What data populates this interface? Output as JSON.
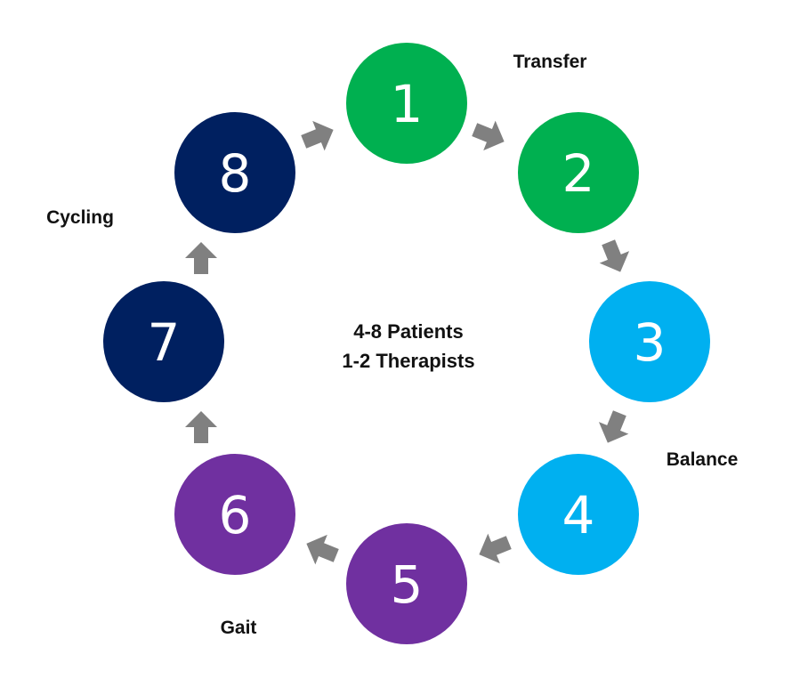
{
  "center": {
    "line1": "4-8 Patients",
    "line2": "1-2 Therapists"
  },
  "stations": [
    {
      "number": "1",
      "color": "#00B050"
    },
    {
      "number": "2",
      "color": "#00B050"
    },
    {
      "number": "3",
      "color": "#00B0F0"
    },
    {
      "number": "4",
      "color": "#00B0F0"
    },
    {
      "number": "5",
      "color": "#7030A0"
    },
    {
      "number": "6",
      "color": "#7030A0"
    },
    {
      "number": "7",
      "color": "#002060"
    },
    {
      "number": "8",
      "color": "#002060"
    }
  ],
  "groups": {
    "transfer": "Transfer",
    "balance": "Balance",
    "gait": "Gait",
    "cycling": "Cycling"
  },
  "arrow_color": "#808080"
}
